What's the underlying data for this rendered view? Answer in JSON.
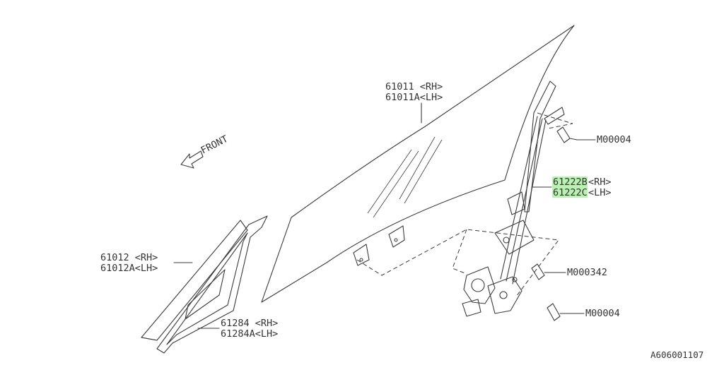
{
  "colors": {
    "highlight": "#b9f2b0",
    "line": "#3a3a3a",
    "background": "#ffffff"
  },
  "front_label": "FRONT",
  "callouts": {
    "glass_rh": "61011 <RH>",
    "glass_lh": "61011A<LH>",
    "regulator_rh_code": "61222B",
    "regulator_rh_suffix": "<RH>",
    "regulator_lh_code": "61222C",
    "regulator_lh_suffix": "<LH>",
    "bolt_top": "M00004",
    "bolt_mid": "M000342",
    "bolt_bottom": "M00004",
    "quarter_glass_rh": "61012 <RH>",
    "quarter_glass_lh": "61012A<LH>",
    "channel_rh": "61284 <RH>",
    "channel_lh": "61284A<LH>"
  },
  "diagram_id": "A606001107"
}
